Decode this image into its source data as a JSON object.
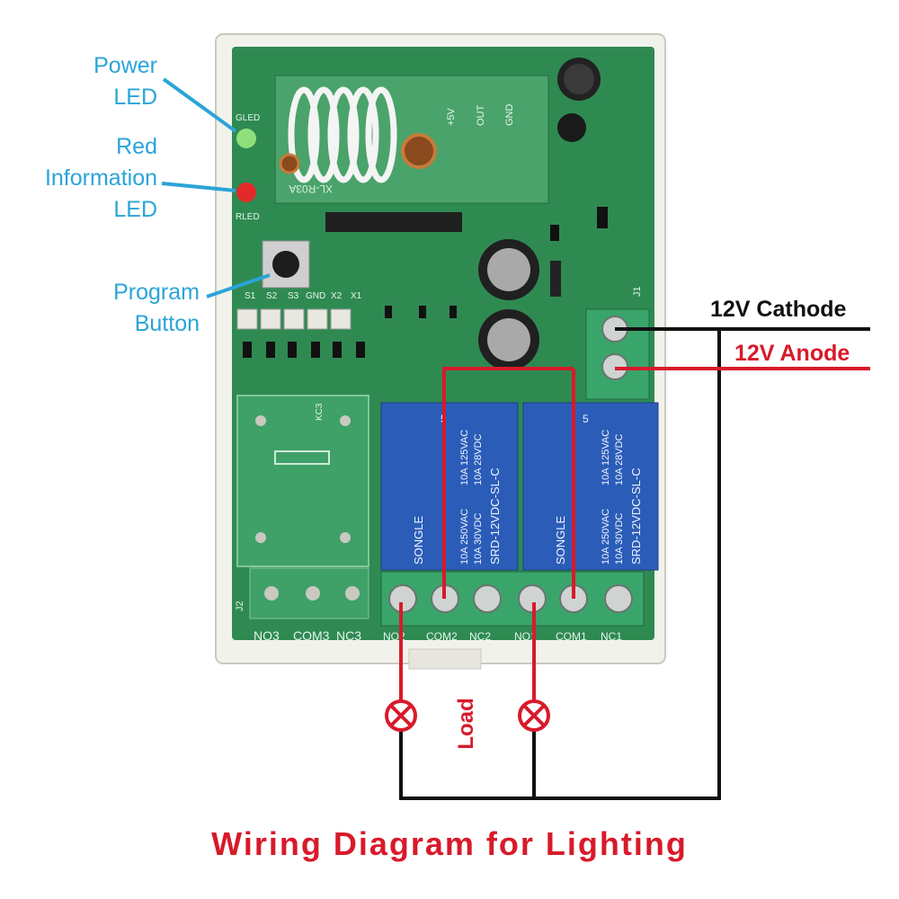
{
  "callouts": {
    "power_led": [
      "Power",
      "LED"
    ],
    "red_led": [
      "Red",
      "Information",
      "LED"
    ],
    "program_button": [
      "Program",
      "Button"
    ]
  },
  "wiring": {
    "cathode_label": "12V Cathode",
    "anode_label": "12V Anode",
    "load_label": "Load"
  },
  "title": "Wiring Diagram for Lighting",
  "board": {
    "antenna_module": "XL-R03A",
    "module_pins": [
      "+5V",
      "OUT",
      "GND"
    ],
    "led_labels": [
      "GLED",
      "RLED"
    ],
    "header_pins": [
      "S1",
      "S2",
      "S3",
      "GND",
      "X2",
      "X1"
    ],
    "relay_brand": "SONGLE",
    "relay_model": "SRD-12VDC-SL-C",
    "relay_ratings": [
      "10A 250VAC",
      "10A 125VAC",
      "10A 30VDC",
      "10A 28VDC"
    ],
    "relay_number": "5",
    "unpopulated_relay": "KC3",
    "left_terminal_labels": [
      "NO3",
      "COM3",
      "NC3"
    ],
    "right_terminal_labels": [
      "NO2",
      "COM2",
      "NC2",
      "NO1",
      "COM1",
      "NC1"
    ],
    "connector_label": "J1",
    "j2_label": "J2"
  },
  "colors": {
    "pcb": "#2f8a52",
    "enclosure": "#f2f2ec",
    "terminal": "#3aa56a",
    "relay": "#2b5db8",
    "wire_red": "#d81a2a",
    "wire_black": "#111111",
    "callout_blue": "#2aa4d8"
  }
}
